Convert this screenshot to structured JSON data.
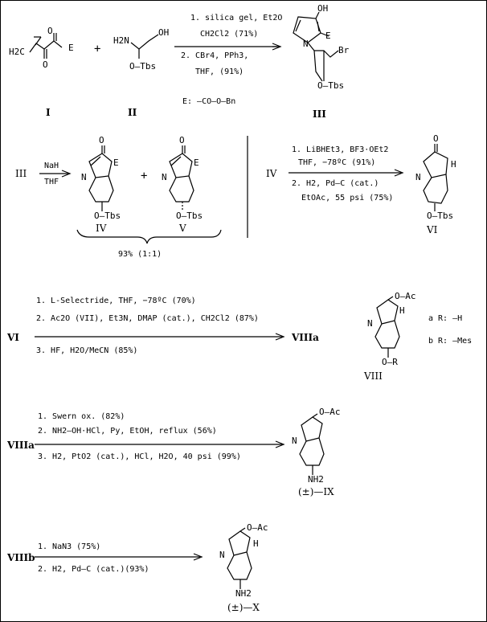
{
  "scheme1": {
    "compound_I": {
      "label": "I",
      "h2c": "H2C",
      "e": "E",
      "o1": "O",
      "o2": "O"
    },
    "plus": "+",
    "compound_II": {
      "label": "II",
      "h2n": "H2N",
      "oh": "OH",
      "otbs": "O—Tbs"
    },
    "conditions": [
      "1. silica gel, Et2O",
      "CH2Cl2  (71%)",
      "2. CBr4, PPh3,",
      "THF,  (91%)"
    ],
    "e_definition": "E: —CO—O—Bn",
    "compound_III": {
      "label": "III",
      "oh": "OH",
      "e": "E",
      "n": "N",
      "br": "Br",
      "otbs": "O—Tbs"
    }
  },
  "scheme2": {
    "start": "III",
    "reagents": [
      "NaH",
      "THF"
    ],
    "compound_IV": {
      "label": "IV",
      "o": "O",
      "e": "E",
      "n": "N",
      "otbs": "O—Tbs"
    },
    "plus": "+",
    "compound_V": {
      "label": "V",
      "o": "O",
      "e": "E",
      "n": "N",
      "otbs": "O—Tbs"
    },
    "yield": "93% (1:1)"
  },
  "scheme3": {
    "start": "IV",
    "conditions": [
      "1. LiBHEt3, BF3·OEt2",
      "THF,   −78ºC (91%)",
      "2. H2,  Pd—C (cat.)",
      "EtOAc, 55 psi (75%)"
    ],
    "product": {
      "label": "VI",
      "o": "O",
      "h": "H",
      "n": "N",
      "otbs": "O—Tbs"
    }
  },
  "scheme4": {
    "start": "VI",
    "conditions": [
      "1. L-Selectride,  THF,  −78ºC (70%)",
      "2. Ac2O  (VII), Et3N, DMAP (cat.), CH2Cl2  (87%)",
      "3. HF, H2O/MeCN  (85%)"
    ],
    "product_label": "VIIIa",
    "compound_VIII": {
      "label": "VIII",
      "oac": "O—Ac",
      "h": "H",
      "n": "N",
      "or": "O—R"
    },
    "r_definitions": [
      "a R: —H",
      "b R: —Mes"
    ]
  },
  "scheme5": {
    "start": "VIIIa",
    "conditions": [
      "1. Swern ox. (82%)",
      "2. NH2—OH·HCl, Py,   EtOH,  reflux  (56%)",
      "3. H2, PtO2 (cat.),   HCl,  H2O,   40 psi (99%)"
    ],
    "product": {
      "label": "(±)—IX",
      "oac": "O—Ac",
      "n": "N",
      "nh2": "NH2"
    }
  },
  "scheme6": {
    "start": "VIIIb",
    "conditions": [
      "1. NaN3  (75%)",
      "2. H2,  Pd—C (cat.)(93%)"
    ],
    "product": {
      "label": "(±)—X",
      "oac": "O—Ac",
      "h": "H",
      "n": "N",
      "nh2": "NH2"
    }
  }
}
